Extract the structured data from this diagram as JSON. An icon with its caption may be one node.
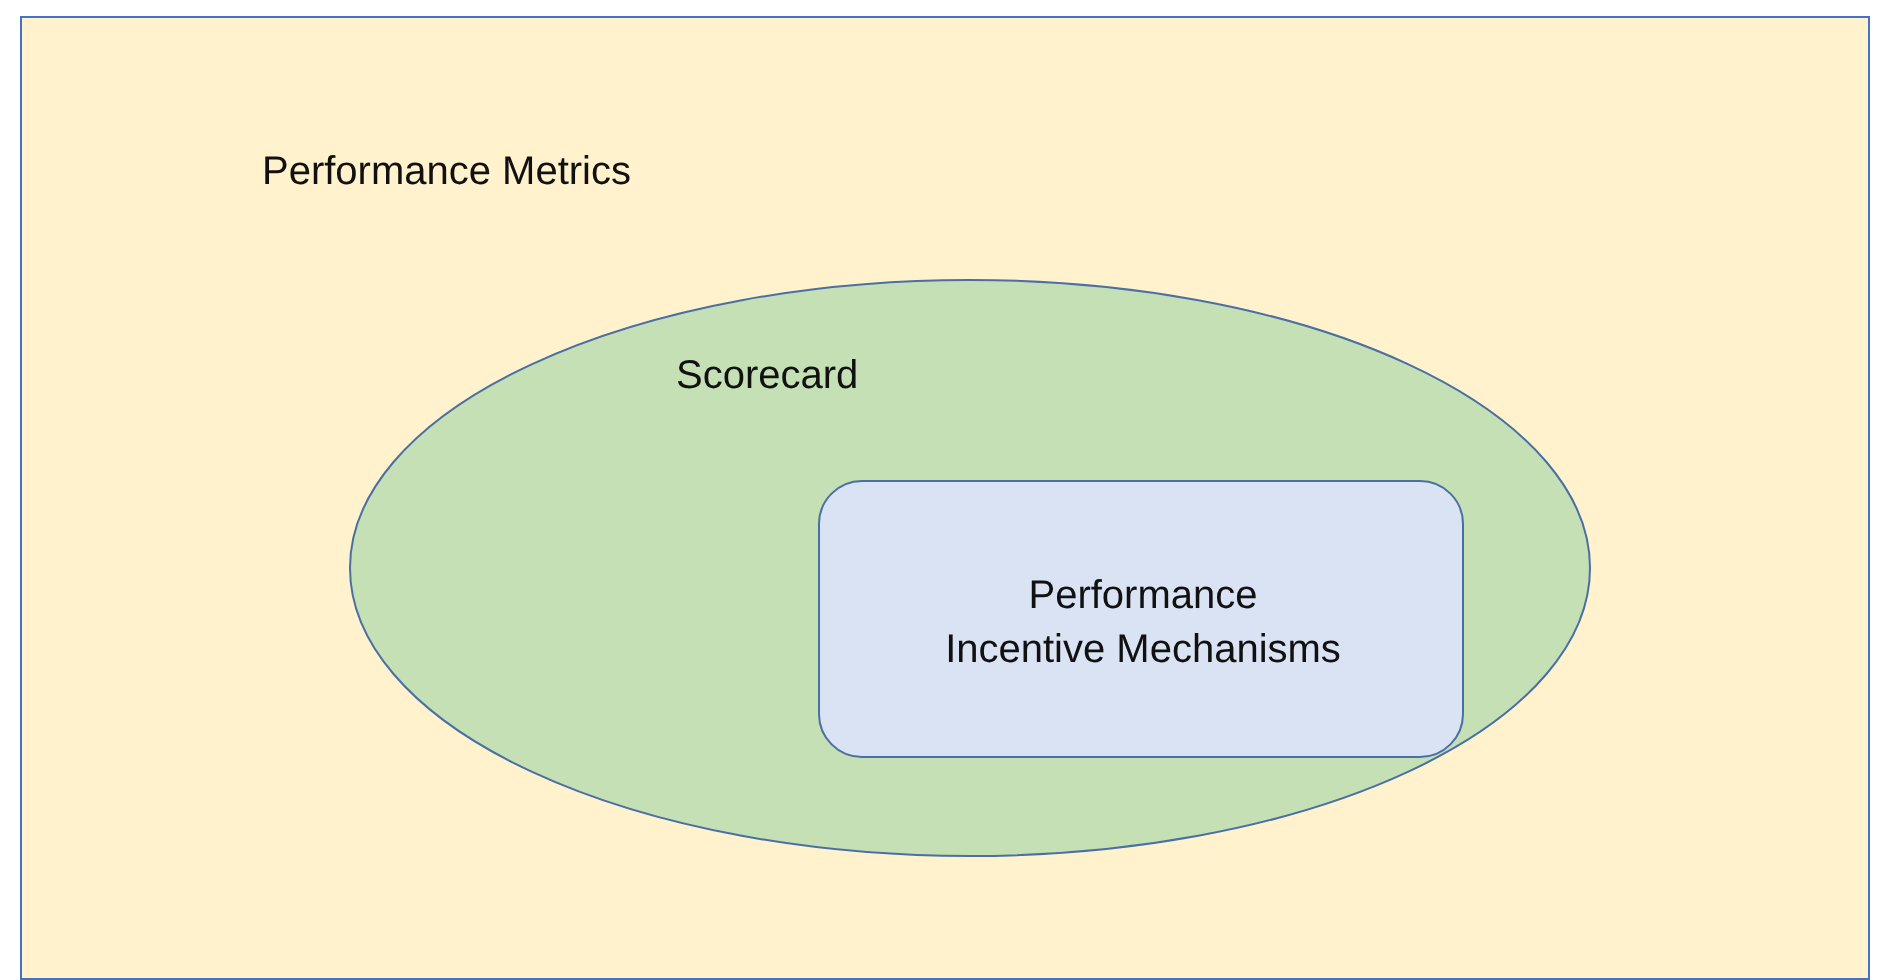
{
  "diagram": {
    "nodes": [
      {
        "text": [
          "Performance Metrics"
        ]
      },
      {
        "text": [
          "Scorecard"
        ],
        "in": 0
      },
      {
        "text": [
          "Performance Incentive Mechanisms"
        ],
        "in": 1
      }
    ]
  }
}
